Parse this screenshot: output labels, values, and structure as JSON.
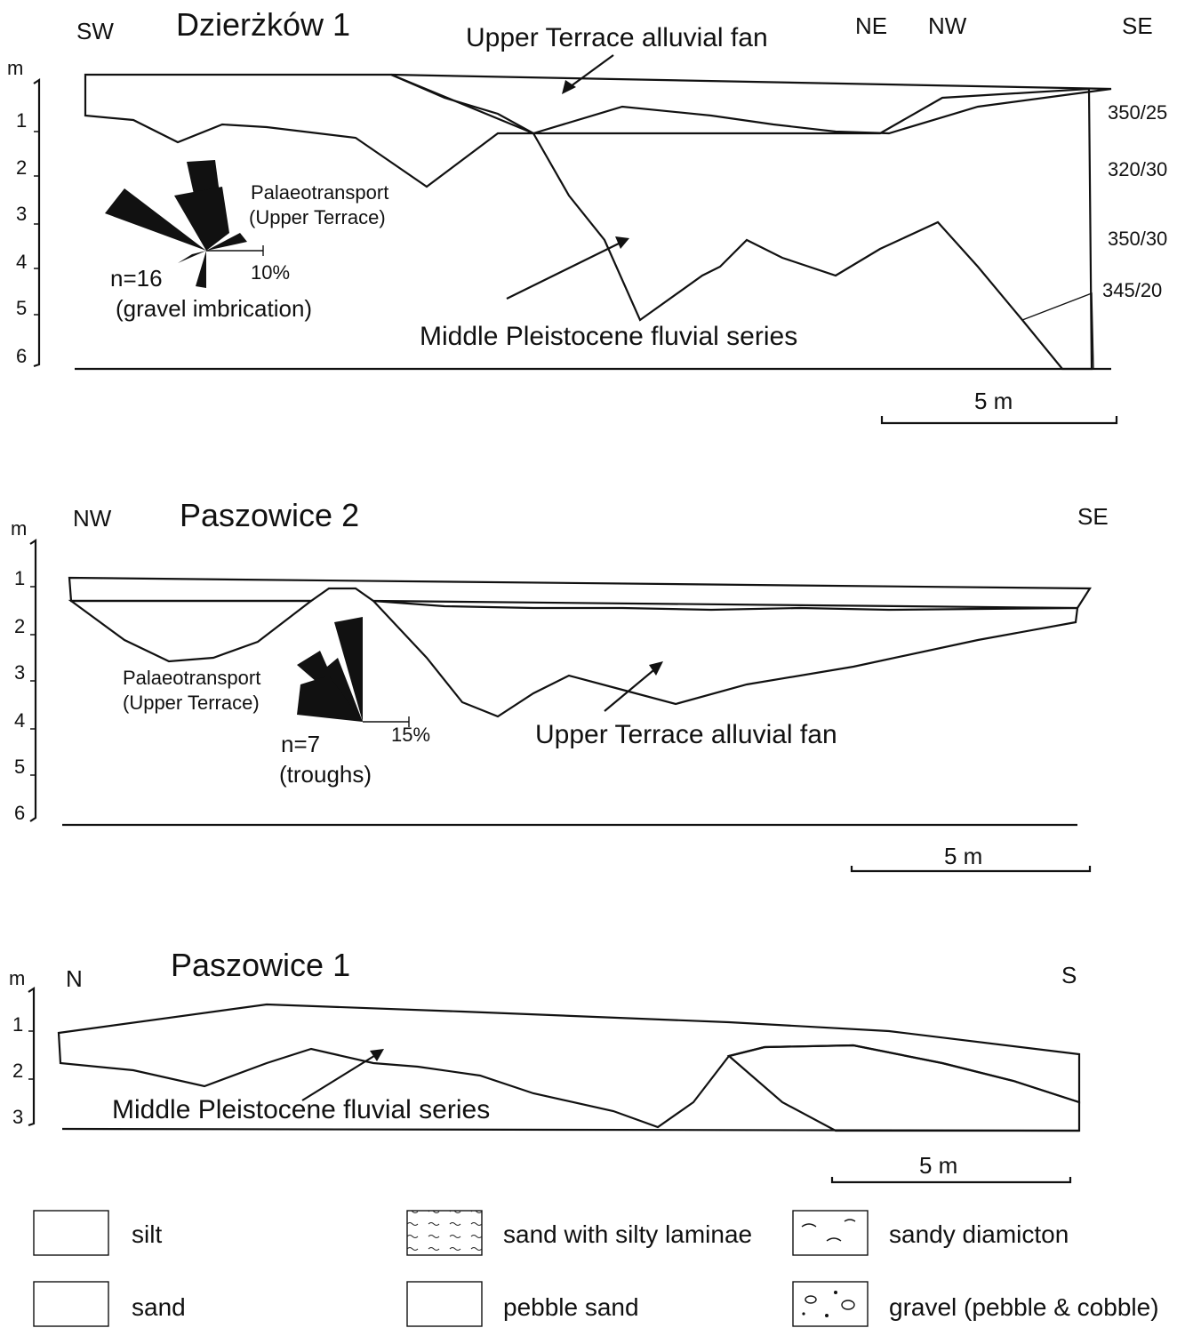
{
  "sections": [
    {
      "title": "Dzierżków 1",
      "dir_left": "SW",
      "dir_ne": "NE",
      "dir_nw": "NW",
      "dir_right": "SE",
      "scale_unit": "m",
      "ticks": [
        "1",
        "2",
        "3",
        "4",
        "5",
        "6"
      ],
      "label_fan": "Upper Terrace alluvial fan",
      "label_series": "Middle Pleistocene fluvial series",
      "rose_title_1": "Palaeotransport",
      "rose_title_2": "(Upper Terrace)",
      "rose_scale": "10%",
      "rose_n": "n=16",
      "rose_note": "(gravel imbrication)",
      "dips": [
        "350/25",
        "320/30",
        "350/30",
        "345/20"
      ],
      "scalebar": "5 m"
    },
    {
      "title": "Paszowice 2",
      "dir_left": "NW",
      "dir_right": "SE",
      "scale_unit": "m",
      "ticks": [
        "1",
        "2",
        "3",
        "4",
        "5",
        "6"
      ],
      "rose_title_1": "Palaeotransport",
      "rose_title_2": "(Upper Terrace)",
      "rose_scale": "15%",
      "rose_n": "n=7",
      "rose_note": "(troughs)",
      "label_fan": "Upper Terrace alluvial fan",
      "scalebar": "5 m"
    },
    {
      "title": "Paszowice 1",
      "dir_left": "N",
      "dir_right": "S",
      "scale_unit": "m",
      "ticks": [
        "1",
        "2",
        "3"
      ],
      "label_series": "Middle Pleistocene fluvial series",
      "scalebar": "5 m"
    }
  ],
  "legend": [
    {
      "icon": "silt-pattern-icon",
      "label": "silt"
    },
    {
      "icon": "sand-silty-laminae-pattern-icon",
      "label": "sand with silty laminae"
    },
    {
      "icon": "sandy-diamicton-pattern-icon",
      "label": "sandy diamicton"
    },
    {
      "icon": "sand-pattern-icon",
      "label": "sand"
    },
    {
      "icon": "pebble-sand-pattern-icon",
      "label": "pebble sand"
    },
    {
      "icon": "gravel-pattern-icon",
      "label": "gravel (pebble & cobble)"
    }
  ]
}
